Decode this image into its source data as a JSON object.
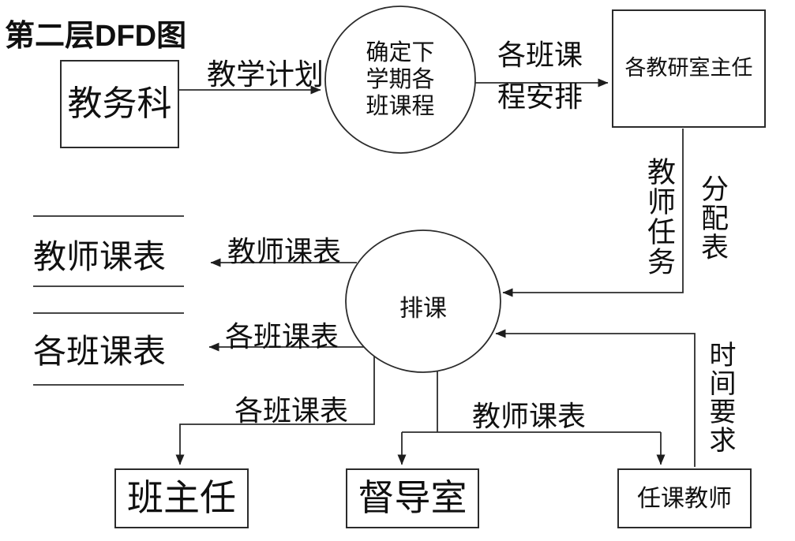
{
  "title": "第二层DFD图",
  "colors": {
    "ink": "#101010",
    "line": "#2b2b2b",
    "bg": "#ffffff"
  },
  "entities": {
    "jiaowuke": "教务科",
    "jiaoyanshi": "各教研室主任",
    "banzhuren": "班主任",
    "dudaoshi": "督导室",
    "renke": "任课教师"
  },
  "processes": {
    "determine": "确定下\n学期各\n班课程",
    "paike": "排课"
  },
  "data_stores": {
    "teacher_table": "教师课表",
    "class_table": "各班课表"
  },
  "flows": {
    "teaching_plan": "教学计划",
    "class_course_arrangement": "各班课\n程安排",
    "teacher_task_col1": "教师任务",
    "teacher_task_col2": "分配表",
    "time_requirement": "时间要求",
    "teacher_table_out": "教师课表",
    "class_table_out": "各班课表",
    "class_table_to_banzhuren": "各班课表",
    "teacher_table_to_dudao": "教师课表"
  }
}
